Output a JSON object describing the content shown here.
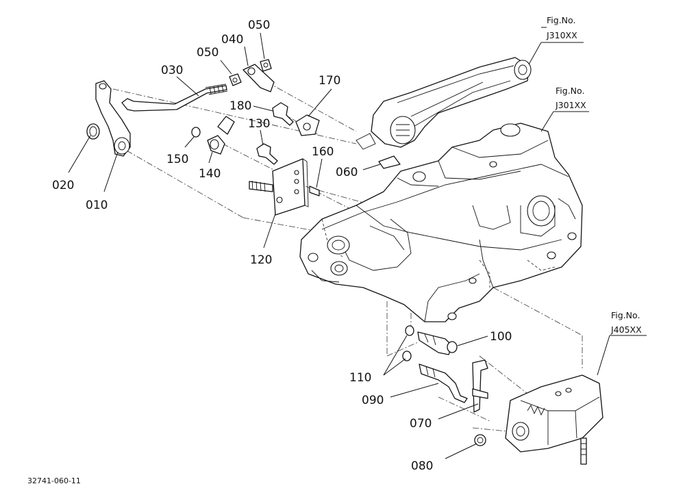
{
  "callouts": {
    "p010": "010",
    "p020": "020",
    "p030": "030",
    "p040": "040",
    "p050a": "050",
    "p050b": "050",
    "p060": "060",
    "p070": "070",
    "p080": "080",
    "p090": "090",
    "p100": "100",
    "p110": "110",
    "p120": "120",
    "p130": "130",
    "p140": "140",
    "p150": "150",
    "p160": "160",
    "p170": "170",
    "p180": "180"
  },
  "figure_refs": [
    {
      "prefix": "Fig.No.",
      "code": "J310XX"
    },
    {
      "prefix": "Fig.No.",
      "code": "J301XX"
    },
    {
      "prefix": "Fig.No.",
      "code": "J405XX"
    }
  ],
  "drawing_number": "32741-060-11"
}
